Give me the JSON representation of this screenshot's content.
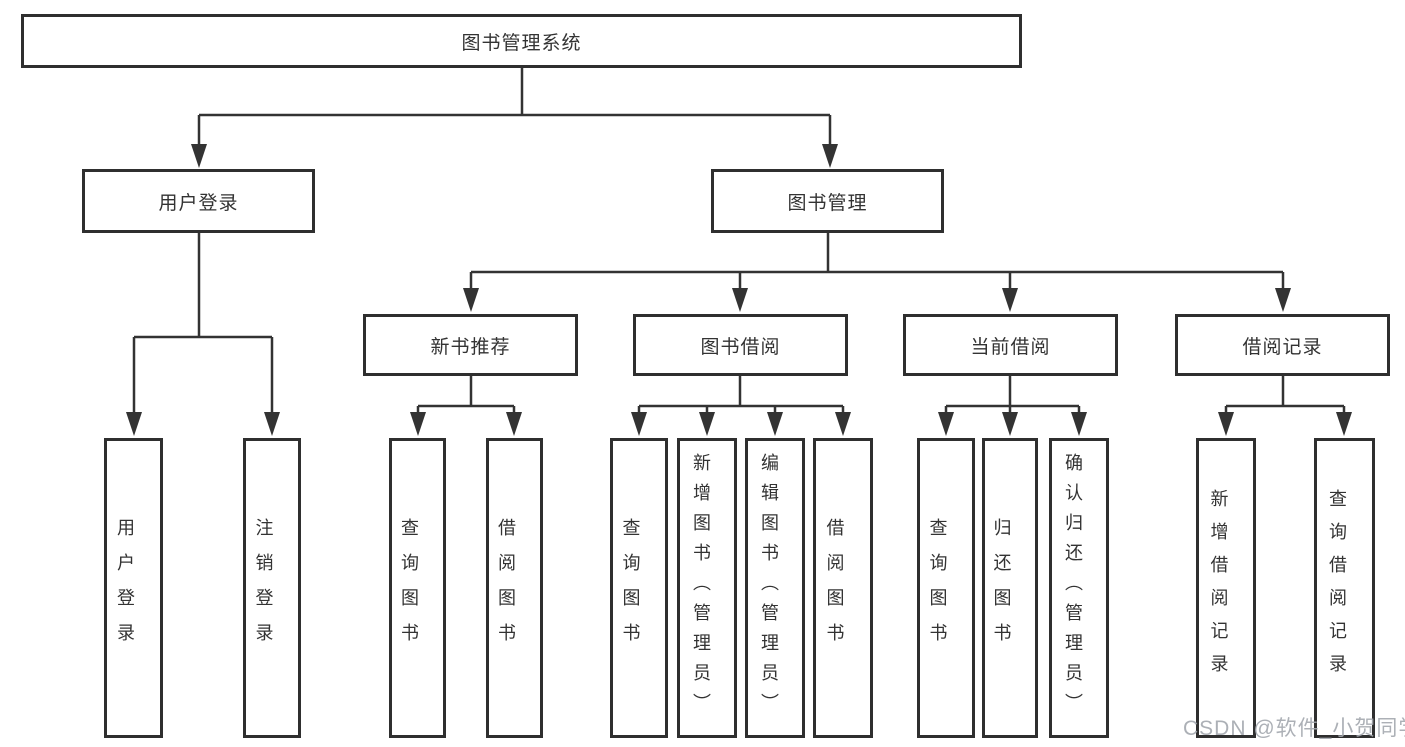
{
  "diagram": {
    "root": {
      "label": "图书管理系统"
    },
    "level2": [
      {
        "label": "用户登录"
      },
      {
        "label": "图书管理"
      }
    ],
    "level3": [
      {
        "label": "新书推荐"
      },
      {
        "label": "图书借阅"
      },
      {
        "label": "当前借阅"
      },
      {
        "label": "借阅记录"
      }
    ],
    "leaves": {
      "user_login": [
        {
          "label": "用户登录"
        },
        {
          "label": "注销登录"
        }
      ],
      "new_book": [
        {
          "label": "查询图书"
        },
        {
          "label": "借阅图书"
        }
      ],
      "book_borrow": [
        {
          "label": "查询图书"
        },
        {
          "label": "新增图书（管理员）"
        },
        {
          "label": "编辑图书（管理员）"
        },
        {
          "label": "借阅图书"
        }
      ],
      "current_borrow": [
        {
          "label": "查询图书"
        },
        {
          "label": "归还图书"
        },
        {
          "label": "确认归还（管理员）"
        }
      ],
      "borrow_record": [
        {
          "label": "新增借阅记录"
        },
        {
          "label": "查询借阅记录"
        }
      ]
    },
    "watermark": "CSDN @软件_小贺同学",
    "colors": {
      "line": "#333333",
      "box_border": "#2f2f2f",
      "text": "#333333",
      "background": "#ffffff",
      "watermark": "#a3a7ae"
    }
  }
}
